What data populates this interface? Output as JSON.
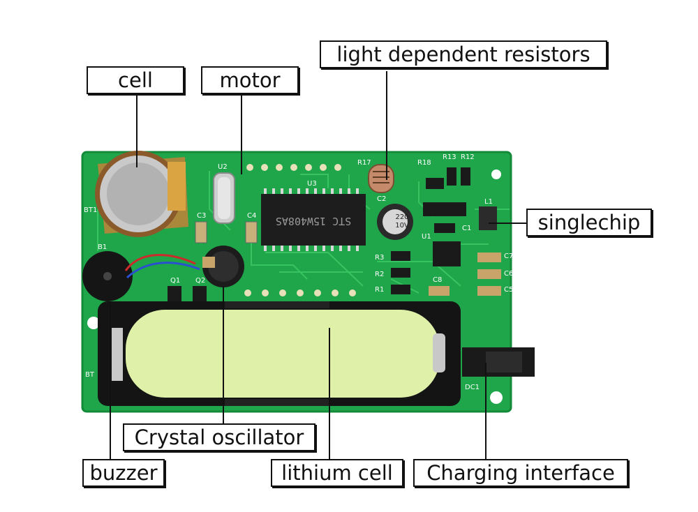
{
  "labels": {
    "light_dependent_resistors": "light dependent resistors",
    "cell": "cell",
    "motor": "motor",
    "singlechip": "singlechip",
    "crystal_oscillator": "Crystal oscillator",
    "buzzer": "buzzer",
    "lithium_cell": "lithium cell",
    "charging_interface": "Charging interface"
  },
  "board": {
    "silkscreen": {
      "bt1": "BT1",
      "b1": "B1",
      "bt": "BT",
      "u2": "U2",
      "u3": "U3",
      "u1": "U1",
      "r17": "R17",
      "r18": "R18",
      "r13": "R13",
      "r12": "R12",
      "c2": "C2",
      "c3": "C3",
      "c4": "C4",
      "c1": "C1",
      "l1": "L1",
      "r1": "R1",
      "r2": "R2",
      "r3": "R3",
      "c8": "C8",
      "c7": "C7",
      "c6": "C6",
      "c5": "C5",
      "q1": "Q1",
      "q2": "Q2",
      "dc1": "DC1"
    },
    "chip_marking": "STC 15W408AS",
    "capacitor_marking_1": "220",
    "capacitor_marking_2": "10V"
  },
  "colors": {
    "pcb": "#1fa64a",
    "pcb_dark": "#138a38",
    "trace": "#35c05e",
    "battery_holder": "#141414",
    "battery": "#dff0a8",
    "coin_cell": "#c9c9c9",
    "connector": "#1a1a1a"
  }
}
